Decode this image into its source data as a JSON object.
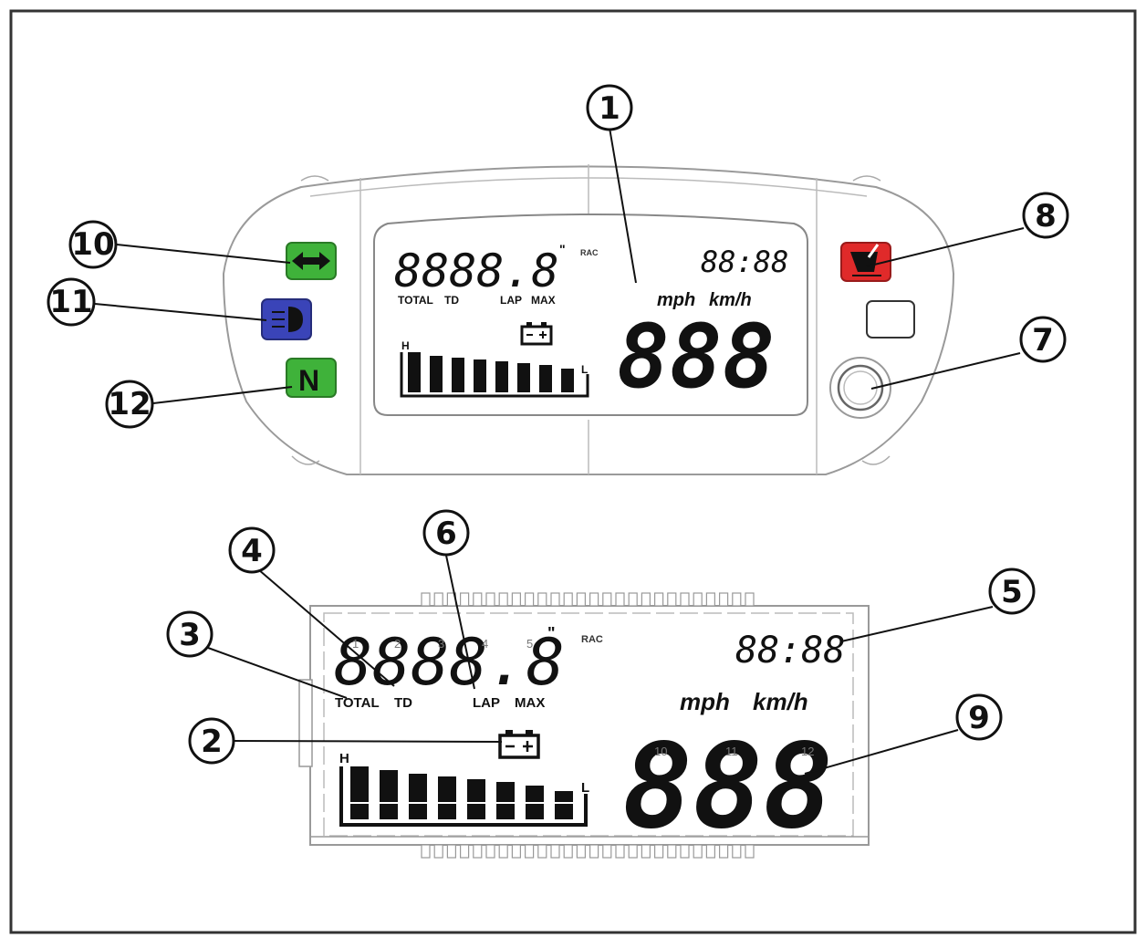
{
  "top_display": {
    "odometer": "8888.8",
    "inch_mark": "\"",
    "mode_tag": "RAC",
    "clock": "88:88",
    "labels": {
      "total": "TOTAL",
      "td": "TD",
      "lap": "LAP",
      "max": "MAX"
    },
    "units": {
      "mph": "mph",
      "kmh": "km/h"
    },
    "speed": "888",
    "bar_high": "H",
    "bar_low": "L"
  },
  "indicators": {
    "turn_icon": "turn-signal-icon",
    "high_beam_icon": "high-beam-icon",
    "neutral_text": "N",
    "warning_icon": "oil-temp-warning-icon",
    "colors": {
      "turn": "#3fb23a",
      "beam": "#3a44b8",
      "neutral": "#3fb23a",
      "warning": "#e02a2a"
    }
  },
  "bottom_display": {
    "odometer": "8888.8",
    "inch_mark": "\"",
    "mode_tag": "RAC",
    "clock": "88:88",
    "labels": {
      "total": "TOTAL",
      "td": "TD",
      "lap": "LAP",
      "max": "MAX"
    },
    "units": {
      "mph": "mph",
      "kmh": "km/h"
    },
    "speed": "888",
    "bar_high": "H",
    "bar_low": "L",
    "digit_numbers": [
      "1",
      "2",
      "3",
      "4",
      "5"
    ],
    "speed_digit_numbers": [
      "10",
      "11",
      "12"
    ]
  },
  "callouts": [
    "1",
    "2",
    "3",
    "4",
    "5",
    "6",
    "7",
    "8",
    "9",
    "10",
    "11",
    "12"
  ]
}
